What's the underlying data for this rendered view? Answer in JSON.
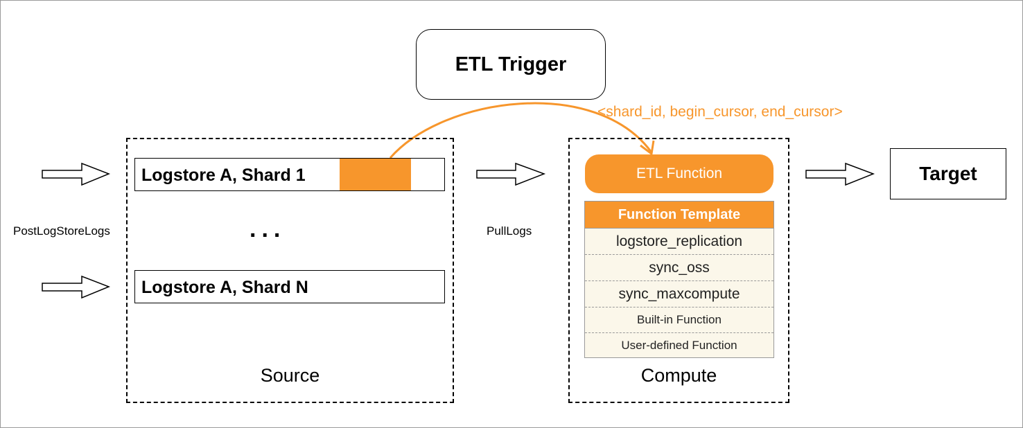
{
  "trigger": {
    "label": "ETL Trigger"
  },
  "params_label": "<shard_id, begin_cursor, end_cursor>",
  "source": {
    "label": "Source",
    "shards": [
      {
        "label": "Logstore A, Shard 1"
      },
      {
        "label": "Logstore A, Shard N"
      }
    ],
    "ellipsis": "..."
  },
  "inputs_label": "PostLogStoreLogs",
  "pull_label": "PullLogs",
  "compute": {
    "label": "Compute",
    "etl_function": "ETL Function",
    "template": {
      "header": "Function Template",
      "rows": [
        "logstore_replication",
        "sync_oss",
        "sync_maxcompute",
        "Built-in Function",
        "User-defined Function"
      ]
    }
  },
  "target": {
    "label": "Target"
  },
  "colors": {
    "accent": "#f7962c",
    "template_bg": "#fbf7ea",
    "border": "#000000"
  }
}
